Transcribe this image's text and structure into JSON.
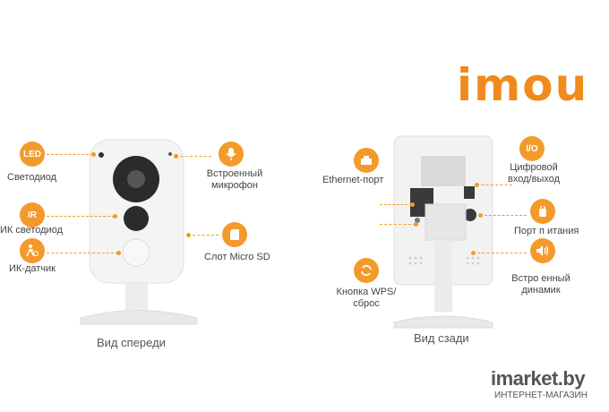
{
  "brand": {
    "logo_text": "imou"
  },
  "front": {
    "caption": "Вид спереди",
    "labels": {
      "led": "Светодиод",
      "ir_led": "ИК светодиод",
      "ir_sensor": "ИК-датчик",
      "mic": "Встроенный микрофон",
      "sd": "Слот Micro SD"
    },
    "icons": {
      "led": "LED",
      "ir": "IR",
      "mic": "microphone-icon",
      "sd": "sd-card-icon",
      "sensor": "motion-sensor-icon"
    }
  },
  "back": {
    "caption": "Вид сзади",
    "labels": {
      "ethernet": "Ethernet-порт",
      "wps": "Кнопка WPS/сброс",
      "io": "Цифровой вход/выход",
      "power": "Порт п итания",
      "speaker": "Встро енный динамик"
    },
    "icons": {
      "io": "I/O",
      "ethernet": "ethernet-icon",
      "wps": "reset-icon",
      "power": "power-plug-icon",
      "speaker": "speaker-icon"
    }
  },
  "watermark": {
    "main": "imarket.by",
    "sub": "ИНТЕРНЕТ-МАГАЗИН"
  },
  "colors": {
    "accent": "#f39a2b",
    "logo": "#f08a1c"
  }
}
